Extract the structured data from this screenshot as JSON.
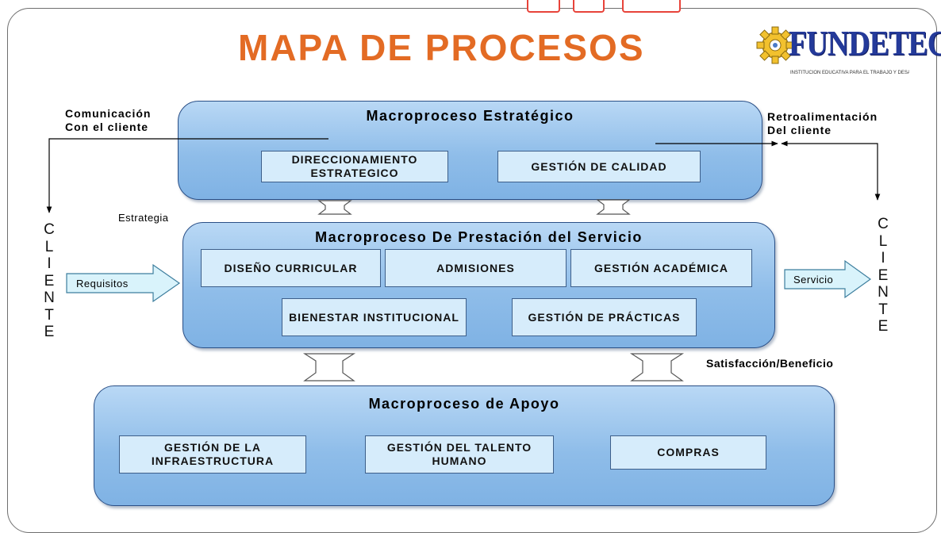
{
  "title": "MAPA DE PROCESOS",
  "logo": {
    "name": "FUNDETEC",
    "tagline": "INSTITUCIÓN EDUCATIVA PARA EL TRABAJO Y DESARROLLO HUMANO"
  },
  "macroprocesses": {
    "estrategico": {
      "title": "Macroproceso Estratégico",
      "boxes": [
        "DIRECCIONAMIENTO ESTRATEGICO",
        "GESTIÓN DE CALIDAD"
      ]
    },
    "prestacion": {
      "title": "Macroproceso De Prestación del Servicio",
      "boxes": [
        "DISEÑO CURRICULAR",
        "ADMISIONES",
        "GESTIÓN ACADÉMICA",
        "BIENESTAR INSTITUCIONAL",
        "GESTIÓN DE PRÁCTICAS"
      ]
    },
    "apoyo": {
      "title": "Macroproceso de Apoyo",
      "boxes": [
        "GESTIÓN DE LA INFRAESTRUCTURA",
        "GESTIÓN DEL TALENTO HUMANO",
        "COMPRAS"
      ]
    }
  },
  "labels": {
    "comunicacion": [
      "Comunicación",
      "Con el cliente"
    ],
    "retroalimentacion": [
      "Retroalimentación",
      "Del cliente"
    ],
    "estrategia": "Estrategia",
    "satisfaccion": "Satisfacción/Beneficio",
    "requisitos": "Requisitos",
    "servicio": "Servicio"
  },
  "cliente_left": [
    "C",
    "L",
    "I",
    "E",
    "N",
    "T",
    "E"
  ],
  "cliente_right": [
    "C",
    "L",
    "I",
    "E",
    "N",
    "T",
    "E"
  ],
  "colors": {
    "title": "#e36b24",
    "panel": "#8fbde9",
    "box": "#d6ecfb",
    "arrow_fill": "#d9f3fb",
    "logo": "#243a9a"
  }
}
